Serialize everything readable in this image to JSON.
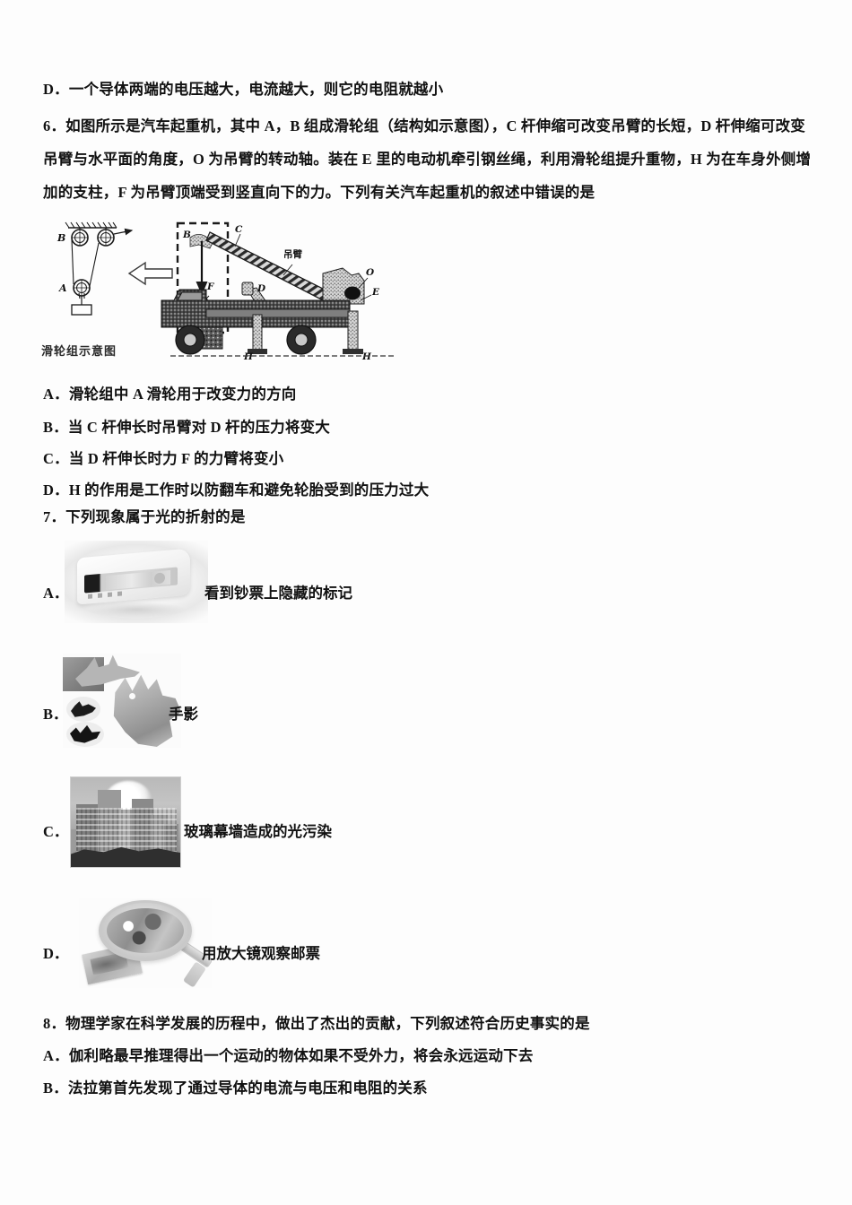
{
  "document": {
    "type": "physics-exam-page"
  },
  "prev_option": {
    "label": "D．",
    "text": "一个导体两端的电压越大，电流越大，则它的电阻就越小"
  },
  "question6": {
    "number": "6．",
    "stem_line1": "如图所示是汽车起重机，其中 A，B 组成滑轮组（结构如示意图），C 杆伸缩可改变吊臂的长短，D 杆伸缩可改变",
    "stem_line2": "吊臂与水平面的角度，O 为吊臂的转动轴。装在 E 里的电动机牵引钢丝绳，利用滑轮组提升重物，H 为在车身外侧增",
    "stem_line3": "加的支柱，F 为吊臂顶端受到竖直向下的力。下列有关汽车起重机的叙述中错误的是",
    "figure": {
      "caption": "滑轮组示意图",
      "labels": {
        "pulley_B": "B",
        "pulley_A": "A",
        "inset_B": "B",
        "inset_A": "A",
        "inset_F": "F",
        "rod_C": "C",
        "boom": "吊臂",
        "pivot_O": "O",
        "cab_E": "E",
        "rod_D": "D",
        "support_H_left": "H",
        "support_H_right": "H"
      }
    },
    "options": [
      {
        "label": "A．",
        "text": "滑轮组中 A 滑轮用于改变力的方向"
      },
      {
        "label": "B．",
        "text": "当 C 杆伸长时吊臂对 D 杆的压力将变大"
      },
      {
        "label": "C．",
        "text": "当 D 杆伸长时力 F 的力臂将变小"
      },
      {
        "label": "D．",
        "text": "H 的作用是工作时以防翻车和避免轮胎受到的压力过大"
      }
    ]
  },
  "question7": {
    "number": "7．",
    "stem": "下列现象属于光的折射的是",
    "options": [
      {
        "label": "A．",
        "text": "看到钞票上隐藏的标记",
        "image": "money-detector-photo"
      },
      {
        "label": "B．",
        "text": "手影",
        "image": "hand-shadow-photo"
      },
      {
        "label": "C．",
        "text": "玻璃幕墙造成的光污染",
        "image": "glass-curtain-wall-photo"
      },
      {
        "label": "D．",
        "text": "用放大镜观察邮票",
        "image": "magnifier-stamp-photo"
      }
    ]
  },
  "question8": {
    "number": "8．",
    "stem": "物理学家在科学发展的历程中，做出了杰出的贡献，下列叙述符合历史事实的是",
    "options": [
      {
        "label": "A．",
        "text": "伽利略最早推理得出一个运动的物体如果不受外力，将会永远运动下去"
      },
      {
        "label": "B．",
        "text": "法拉第首先发现了通过导体的电流与电压和电阻的关系"
      }
    ]
  }
}
